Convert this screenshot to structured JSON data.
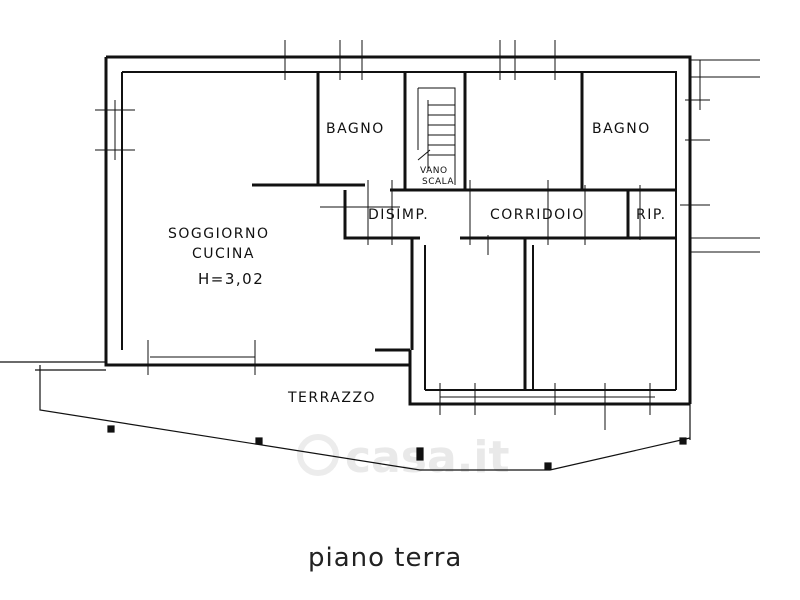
{
  "rooms": {
    "bagno_left": "BAGNO",
    "bagno_right": "BAGNO",
    "vano_scala_line1": "VANO",
    "vano_scala_line2": "SCALA",
    "disimp": "DISIMP.",
    "corridoio": "CORRIDOIO",
    "rip": "RIP.",
    "soggiorno_line1": "SOGGIORNO",
    "soggiorno_line2": "CUCINA",
    "height": "H=3,02",
    "terrazzo": "TERRAZZO"
  },
  "caption": "piano terra",
  "watermark": "casa.it",
  "colors": {
    "wall": "#111111",
    "background": "#ffffff",
    "watermark": "#e9e9e9"
  }
}
